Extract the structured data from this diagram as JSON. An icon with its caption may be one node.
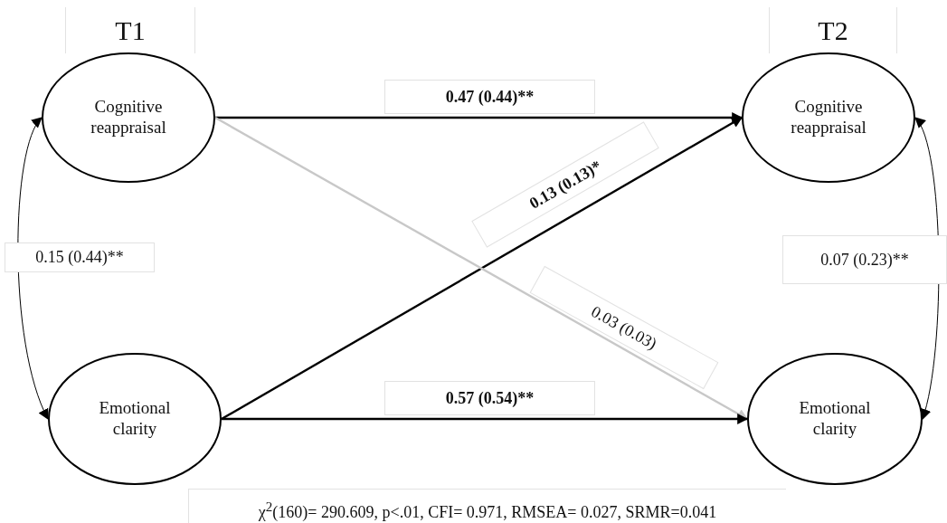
{
  "diagram": {
    "nodes": [
      {
        "text": [
          "Cognitive reappraisal"
        ]
      },
      {
        "text": [
          "Emotional clarity"
        ]
      },
      {
        "text": [
          "Cognitive reappraisal"
        ]
      },
      {
        "text": [
          "Emotional clarity"
        ]
      }
    ],
    "edges": [
      {
        "from": 0,
        "to": 2,
        "arrow": "to",
        "label": "0.47 (0.44)**"
      },
      {
        "from": 1,
        "to": 2,
        "arrow": "to",
        "label": "0.13 (0.13)*"
      },
      {
        "from": 0,
        "to": 3,
        "arrow": "to",
        "label": "0.03 (0.03)",
        "color": "#c8c8c8"
      },
      {
        "from": 1,
        "to": 3,
        "arrow": "to",
        "label": "0.57 (0.54)**"
      },
      {
        "from": 0,
        "to": 1,
        "arrow": "both",
        "label": "0.15 (0.44)**"
      },
      {
        "from": 2,
        "to": 3,
        "arrow": "both",
        "label": "0.07 (0.23)**"
      }
    ],
    "labels": [
      "T1",
      "T2",
      "χ$^{2}$(160)= 290.609, p<.01, CFI= 0.971, RMSEA= 0.027, SRMR=0.041"
    ]
  }
}
